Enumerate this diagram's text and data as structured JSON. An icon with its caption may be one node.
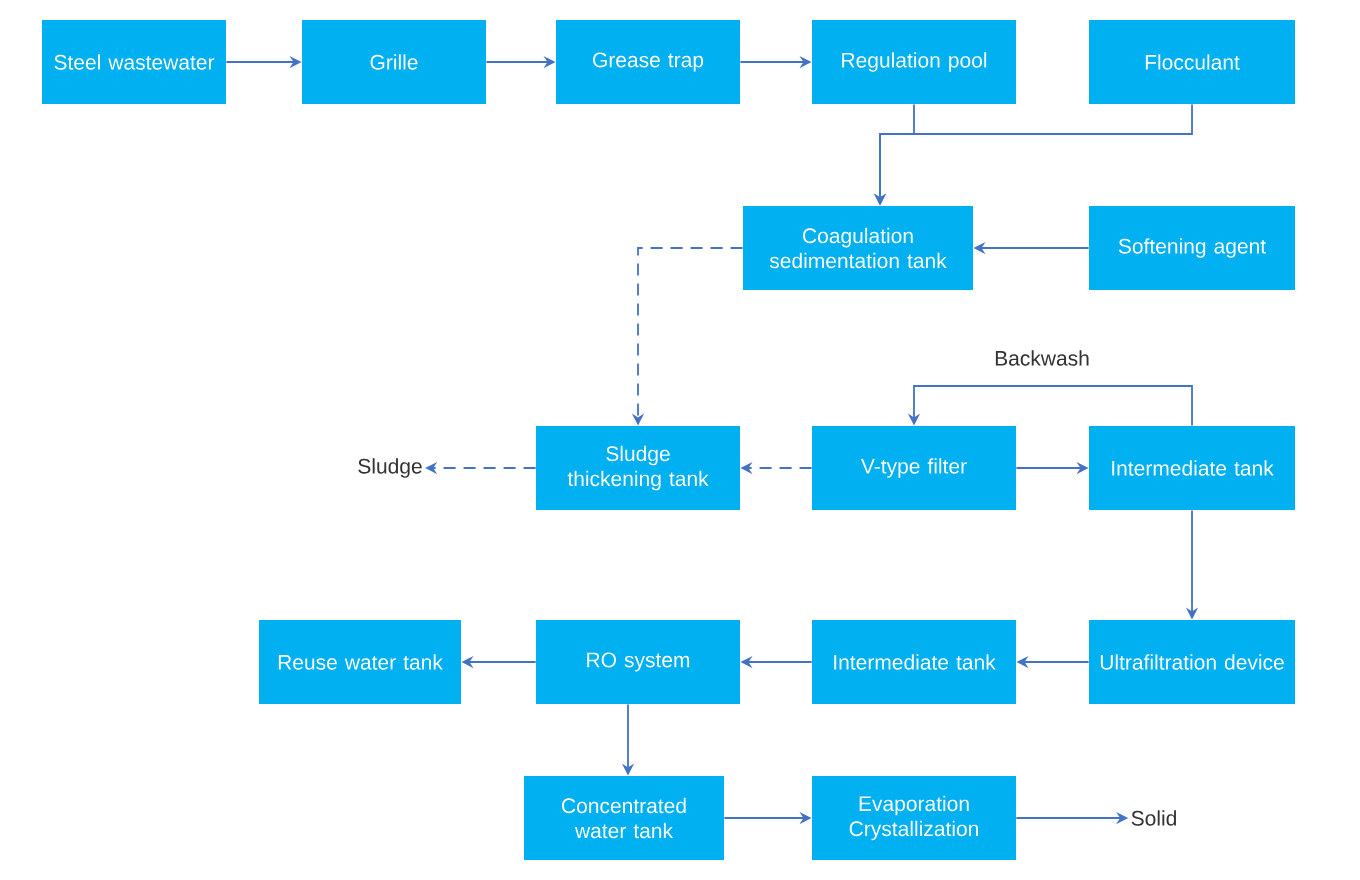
{
  "diagram": {
    "nodes": [
      {
        "text": [
          "Steel wastewater"
        ]
      },
      {
        "text": [
          "Grille"
        ]
      },
      {
        "text": [
          "Grease trap"
        ]
      },
      {
        "text": [
          "Regulation pool"
        ]
      },
      {
        "text": [
          "Flocculant"
        ]
      },
      {
        "text": [
          "Coagulation sedimentation tank"
        ]
      },
      {
        "text": [
          "Softening agent"
        ]
      },
      {
        "text": [
          "Sludge thickening tank"
        ]
      },
      {
        "text": [
          "V-type filter"
        ]
      },
      {
        "text": [
          "Intermediate tank"
        ]
      },
      {
        "text": [
          "Sludge"
        ]
      },
      {
        "text": [
          "Ultrafiltration device"
        ]
      },
      {
        "text": [
          "Intermediate tank"
        ]
      },
      {
        "text": [
          "RO system"
        ]
      },
      {
        "text": [
          "Reuse water tank"
        ]
      },
      {
        "text": [
          "Concentrated water tank"
        ]
      },
      {
        "text": [
          "Evaporation Crystallization"
        ]
      },
      {
        "text": [
          "Solid"
        ]
      }
    ],
    "edges": [
      {
        "from": 0,
        "to": 1,
        "arrow": "to"
      },
      {
        "from": 1,
        "to": 2,
        "arrow": "to"
      },
      {
        "from": 2,
        "to": 3,
        "arrow": "to"
      },
      {
        "from": 3,
        "to": 5,
        "arrow": "to"
      },
      {
        "from": 4,
        "to": 5,
        "arrow": "to"
      },
      {
        "from": 6,
        "to": 5,
        "arrow": "to"
      },
      {
        "from": 5,
        "to": 7,
        "arrow": "to",
        "style": "dashed"
      },
      {
        "from": 8,
        "to": 7,
        "arrow": "to",
        "style": "dashed"
      },
      {
        "from": 7,
        "to": 10,
        "arrow": "to",
        "style": "dashed"
      },
      {
        "from": 8,
        "to": 9,
        "arrow": "to"
      },
      {
        "from": 9,
        "to": 8,
        "arrow": "to",
        "label": "Backwash"
      },
      {
        "from": 9,
        "to": 11,
        "arrow": "to"
      },
      {
        "from": 11,
        "to": 12,
        "arrow": "to"
      },
      {
        "from": 12,
        "to": 13,
        "arrow": "to"
      },
      {
        "from": 13,
        "to": 14,
        "arrow": "to"
      },
      {
        "from": 13,
        "to": 15,
        "arrow": "to"
      },
      {
        "from": 15,
        "to": 16,
        "arrow": "to"
      },
      {
        "from": 16,
        "to": 17,
        "arrow": "to"
      }
    ]
  }
}
